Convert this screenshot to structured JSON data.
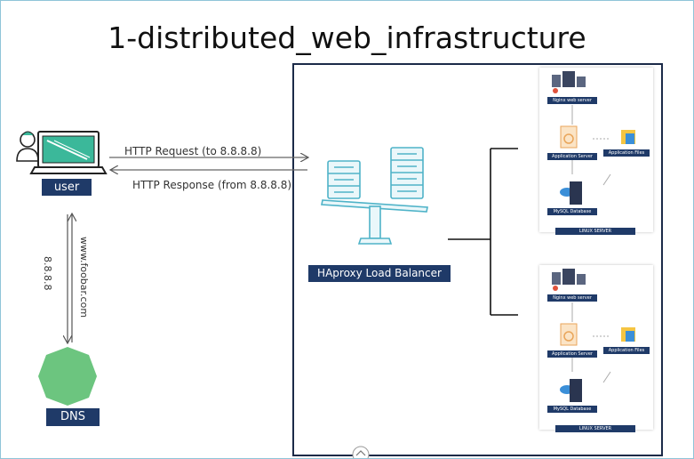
{
  "title": "1-distributed_web_infrastructure",
  "user": {
    "label": "user"
  },
  "dns": {
    "label": "DNS",
    "query_domain": "www.foobar.com",
    "response_ip": "8.8.8.8"
  },
  "edges": {
    "http_request": "HTTP Request (to 8.8.8.8)",
    "http_response": "HTTP Response (from 8.8.8.8)"
  },
  "load_balancer": {
    "label": "HAproxy Load Balancer"
  },
  "servers": [
    {
      "nginx": "Nginx web server",
      "app_server": "Application Server",
      "app_files": "Application Files",
      "database": "MySQL Database",
      "footer": "LINUX SERVER"
    },
    {
      "nginx": "Nginx web server",
      "app_server": "Application Server",
      "app_files": "Application Files",
      "database": "MySQL Database",
      "footer": "LINUX SERVER"
    }
  ],
  "colors": {
    "label_bg": "#1f3a68",
    "dns_fill": "#6cc57f",
    "balancer": "#4fb3c8",
    "laptop_screen": "#3bb89a"
  }
}
